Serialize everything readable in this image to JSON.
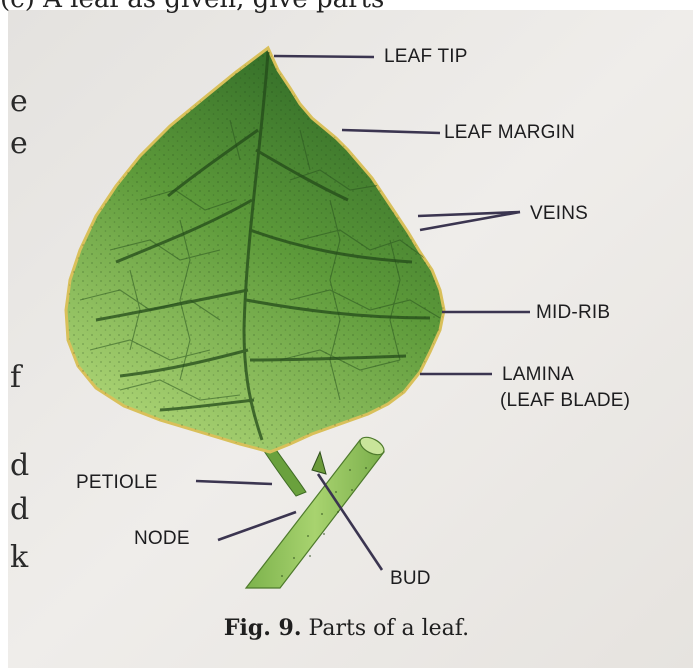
{
  "top_text_fragment": "(c) A leaf as given, give parts",
  "margin_fragments": [
    "e",
    "e",
    "f",
    "d",
    "d",
    "k"
  ],
  "labels": {
    "leaf_tip": "LEAF TIP",
    "leaf_margin": "LEAF MARGIN",
    "veins": "VEINS",
    "mid_rib": "MID-RIB",
    "lamina": "LAMINA",
    "lamina_sub": "(LEAF BLADE)",
    "petiole": "PETIOLE",
    "node": "NODE",
    "bud": "BUD"
  },
  "caption": {
    "fig_number": "Fig. 9.",
    "text": "Parts of a leaf."
  },
  "colors": {
    "paper": "#e9e7e4",
    "leaf_dark": "#2f6a26",
    "leaf_light": "#a9d36a",
    "stem": "#8fc05c",
    "pointer": "#3b3550"
  }
}
